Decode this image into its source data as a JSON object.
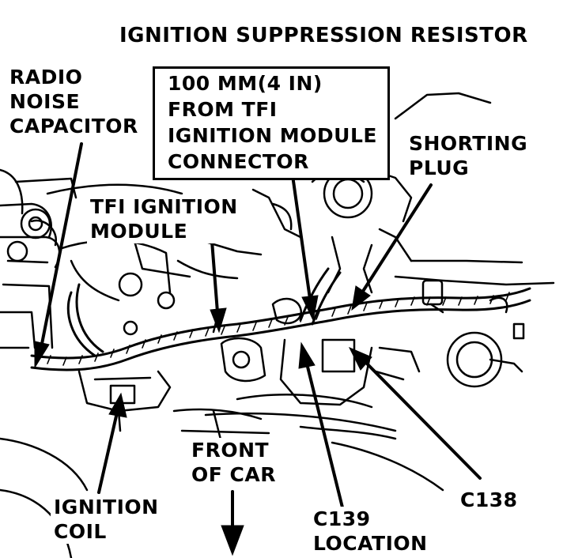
{
  "labels": {
    "ignition_suppression_resistor": "IGNITION SUPPRESSION RESISTOR",
    "radio_noise_capacitor": "RADIO\nNOISE\nCAPACITOR",
    "tfi_connector_note": "100 MM(4 IN)\nFROM TFI\nIGNITION MODULE\nCONNECTOR",
    "shorting_plug": "SHORTING\nPLUG",
    "tfi_ignition_module": "TFI IGNITION\nMODULE",
    "front_of_car": "FRONT\nOF CAR",
    "ignition_coil": "IGNITION\nCOIL",
    "c139_location": "C139\nLOCATION",
    "c138": "C138"
  },
  "colors": {
    "ink": "#000000",
    "paper": "#ffffff"
  }
}
